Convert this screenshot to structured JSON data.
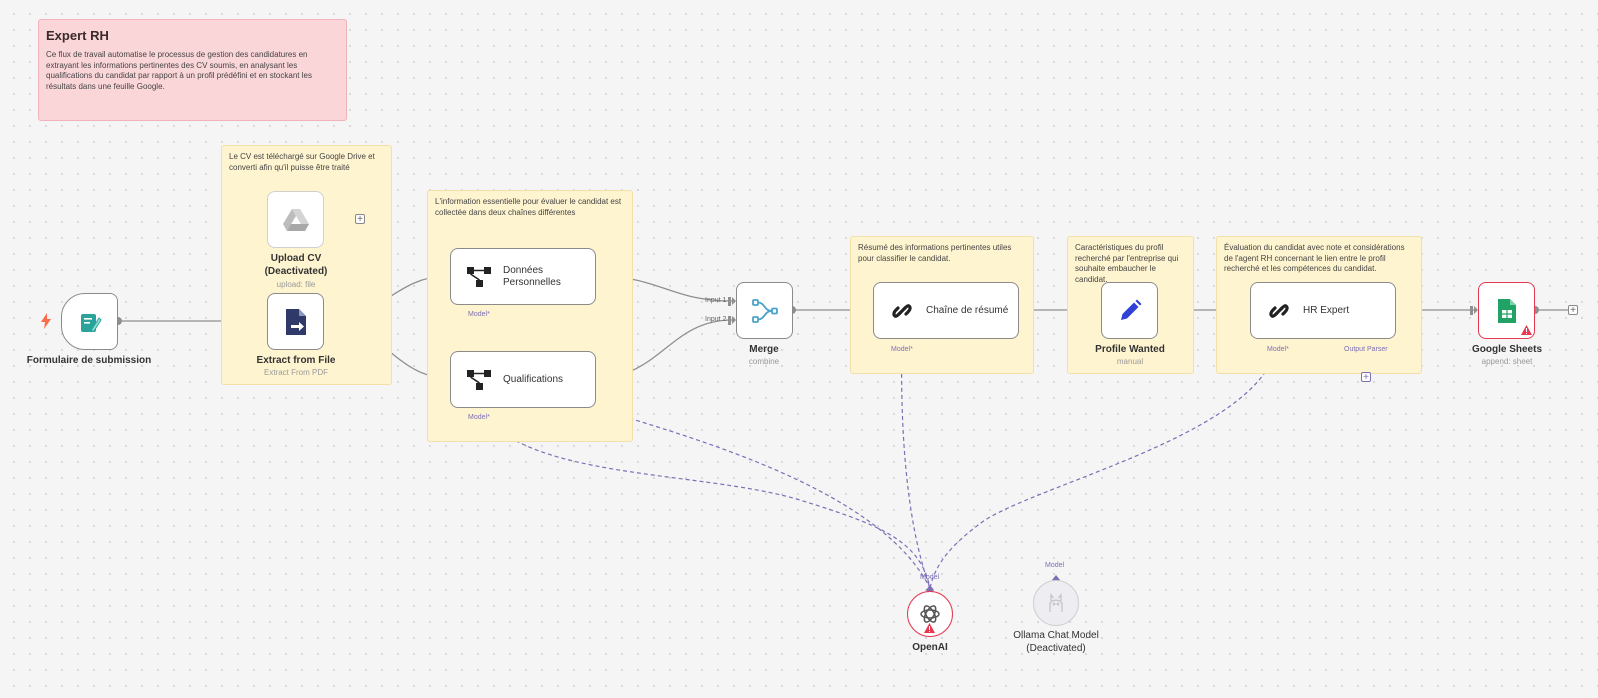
{
  "notes": {
    "main": {
      "title": "Expert RH",
      "text": "Ce flux de travail automatise le processus de gestion des candidatures en extrayant les informations pertinentes des CV soumis, en analysant les qualifications du candidat par rapport à un profil prédéfini et en stockant les résultats dans une feuille Google."
    },
    "upload": "Le CV est téléchargé sur Google Drive et converti afin qu'il puisse être traité",
    "extract": "L'information essentielle pour évaluer le candidat est collectée dans deux chaînes différentes",
    "summary": "Résumé des informations pertinentes utiles pour classifier le candidat.",
    "profile": "Caractéristiques du profil recherché par l'entreprise qui souhaite embaucher le candidat.",
    "evaluation": "Évaluation du candidat avec note et considérations de l'agent RH concernant le lien entre le profil recherché et les compétences du candidat."
  },
  "nodes": {
    "form": {
      "name": "Formulaire de submission"
    },
    "upload_cv": {
      "name1": "Upload CV",
      "name2": "(Deactivated)",
      "sub": "upload: file"
    },
    "extract_file": {
      "name": "Extract from File",
      "sub": "Extract From PDF"
    },
    "donnees": {
      "name1": "Données",
      "name2": "Personnelles"
    },
    "qualifications": {
      "name": "Qualifications"
    },
    "merge": {
      "name": "Merge",
      "sub": "combine",
      "input1": "Input 1",
      "input2": "Input 2"
    },
    "chaine": {
      "name": "Chaîne de résumé"
    },
    "profile": {
      "name": "Profile Wanted",
      "sub": "manual"
    },
    "hr": {
      "name": "HR Expert",
      "output_parser": "Output Parser"
    },
    "sheets": {
      "name": "Google Sheets",
      "sub": "append: sheet"
    },
    "openai": {
      "name": "OpenAI",
      "handle": "Model"
    },
    "ollama": {
      "name1": "Ollama Chat Model",
      "name2": "(Deactivated)",
      "handle": "Model"
    }
  },
  "handles": {
    "model": "Model*"
  },
  "colors": {
    "accent_purple": "#7c6fb6",
    "error_red": "#e53950",
    "sticky_yellow": "#fff4d0",
    "sticky_red": "#fbd6d9",
    "form_teal": "#2aa39a",
    "pencil_blue": "#3140d6",
    "sheets_green": "#21a366",
    "trigger_orange": "#ff6b4a"
  },
  "icons": [
    "form-icon",
    "trigger-bolt-icon",
    "google-drive-icon",
    "extract-file-icon",
    "chain-structure-icon",
    "merge-icon",
    "link-chain-icon",
    "pencil-icon",
    "google-sheets-icon",
    "warning-icon",
    "openai-icon",
    "ollama-icon",
    "plus-icon"
  ]
}
